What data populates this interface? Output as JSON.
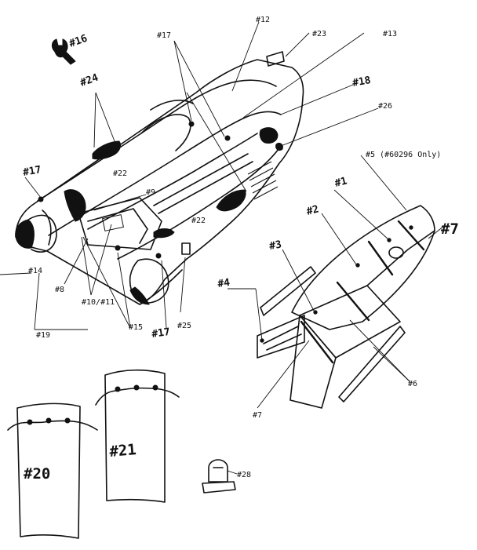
{
  "diagram": {
    "labels": {
      "p1": "#1",
      "p2": "#2",
      "p3": "#3",
      "p4": "#4",
      "p5": "#5 (#60296 Only)",
      "p6": "#6",
      "p7_right": "#7",
      "p7_bottom": "#7",
      "p8": "#8",
      "p9": "#9",
      "p10_11": "#10/#11",
      "p12": "#12",
      "p13": "#13",
      "p14": "#14",
      "p15": "#15",
      "p16": "#16",
      "p17_top": "#17",
      "p17_left": "#17",
      "p17_bottom": "#17",
      "p18": "#18",
      "p19": "#19",
      "p20": "#20",
      "p21": "#21",
      "p22_top": "#22",
      "p22_mid": "#22",
      "p23": "#23",
      "p24": "#24",
      "p25": "#25",
      "p26": "#26",
      "p28": "#28"
    },
    "icons": [
      "wrench-icon",
      "valve-icon",
      "handle-icon"
    ]
  }
}
